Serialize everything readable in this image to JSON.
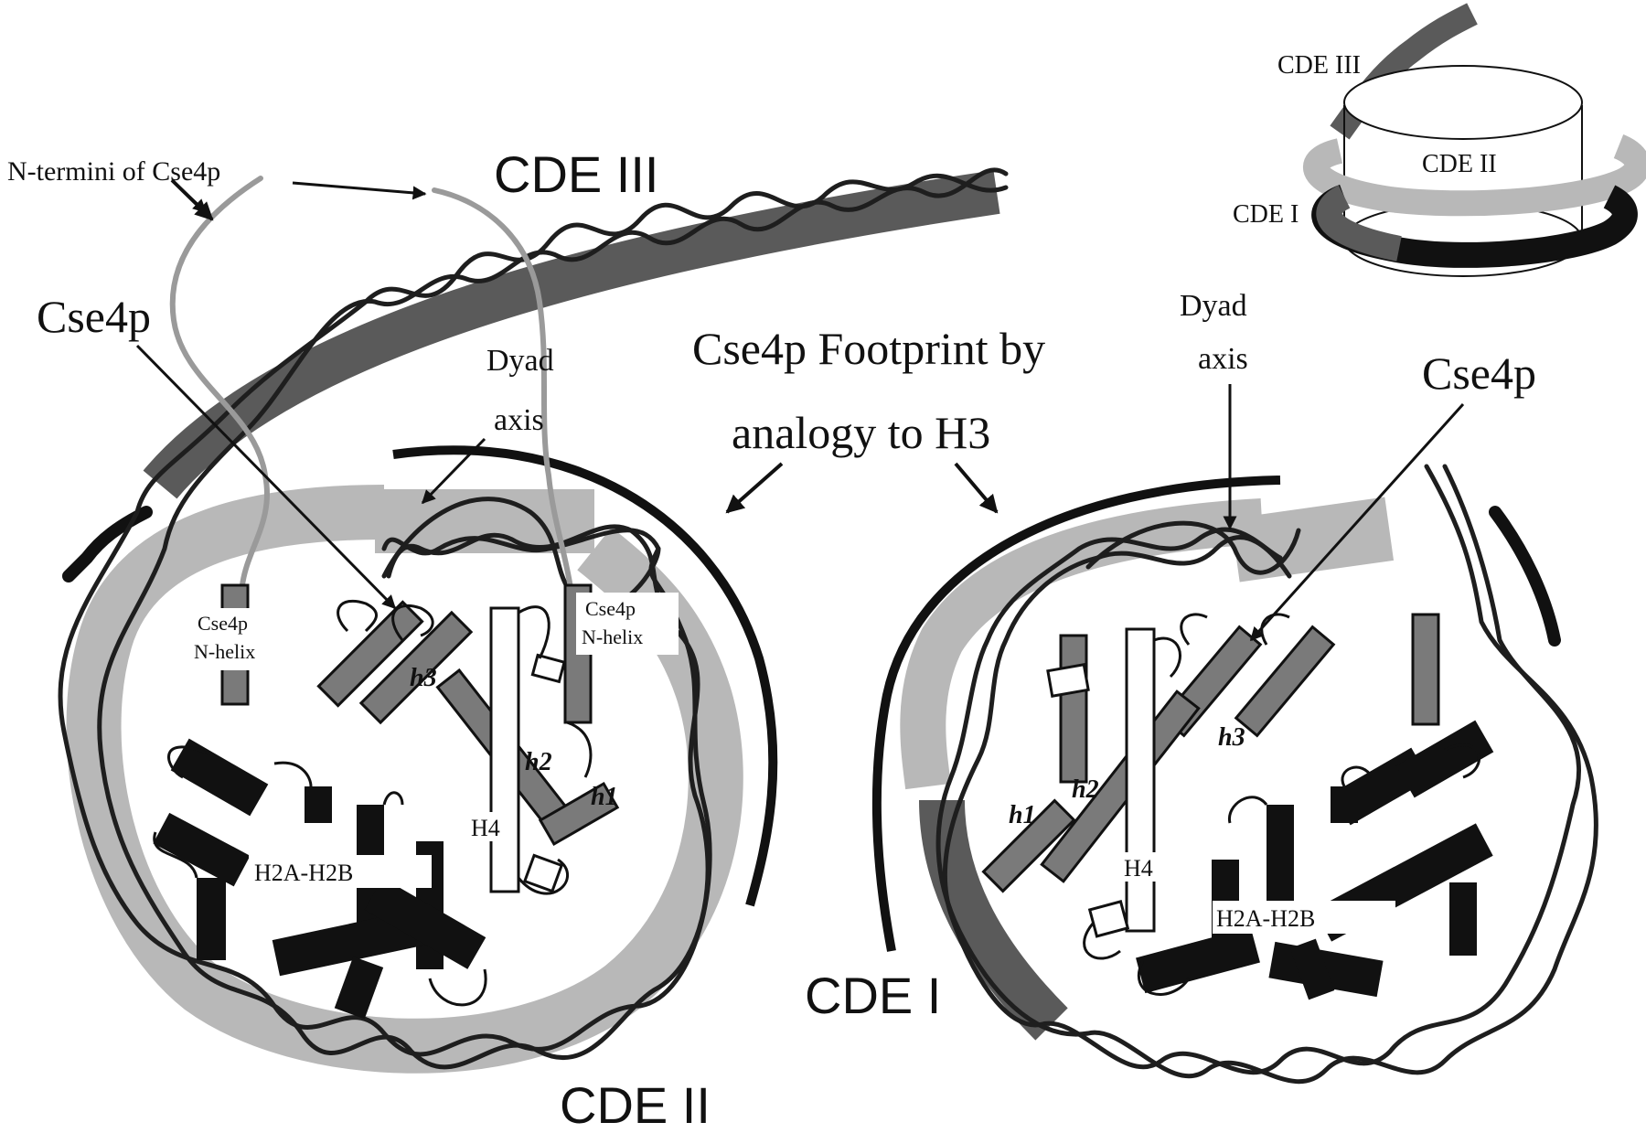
{
  "labels": {
    "n_termini": "N-termini of Cse4p",
    "cde_iii_main": "CDE III",
    "cde_ii_main": "CDE II",
    "cde_i_main": "CDE I",
    "cse4p_left": "Cse4p",
    "cse4p_right": "Cse4p",
    "dyad_left_line1": "Dyad",
    "dyad_left_line2": "axis",
    "dyad_right_line1": "Dyad",
    "dyad_right_line2": "axis",
    "footprint_line1": "Cse4p Footprint by",
    "footprint_line2": "analogy to H3",
    "nhelix_left_line1": "Cse4p",
    "nhelix_left_line2": "N-helix",
    "nhelix_mid_line1": "Cse4p",
    "nhelix_mid_line2": "N-helix",
    "h2a_h2b_left": "H2A-H2B",
    "h2a_h2b_right": "H2A-H2B",
    "h4_left": "H4",
    "h4_right": "H4",
    "h1_left": "h1",
    "h2_left": "h2",
    "h3_left": "h3",
    "h1_right": "h1",
    "h2_right": "h2",
    "h3_right": "h3",
    "inset_cde_iii": "CDE III",
    "inset_cde_ii": "CDE II",
    "inset_cde_i": "CDE I"
  },
  "colors": {
    "dna": "#1e1e1e",
    "cde_ii_band": "#b8b8b8",
    "cde_iii_band": "#5a5a5a",
    "histone_h3": "#7a7a7a",
    "h2a_h2b": "#111111",
    "tail": "#9a9a9a"
  }
}
